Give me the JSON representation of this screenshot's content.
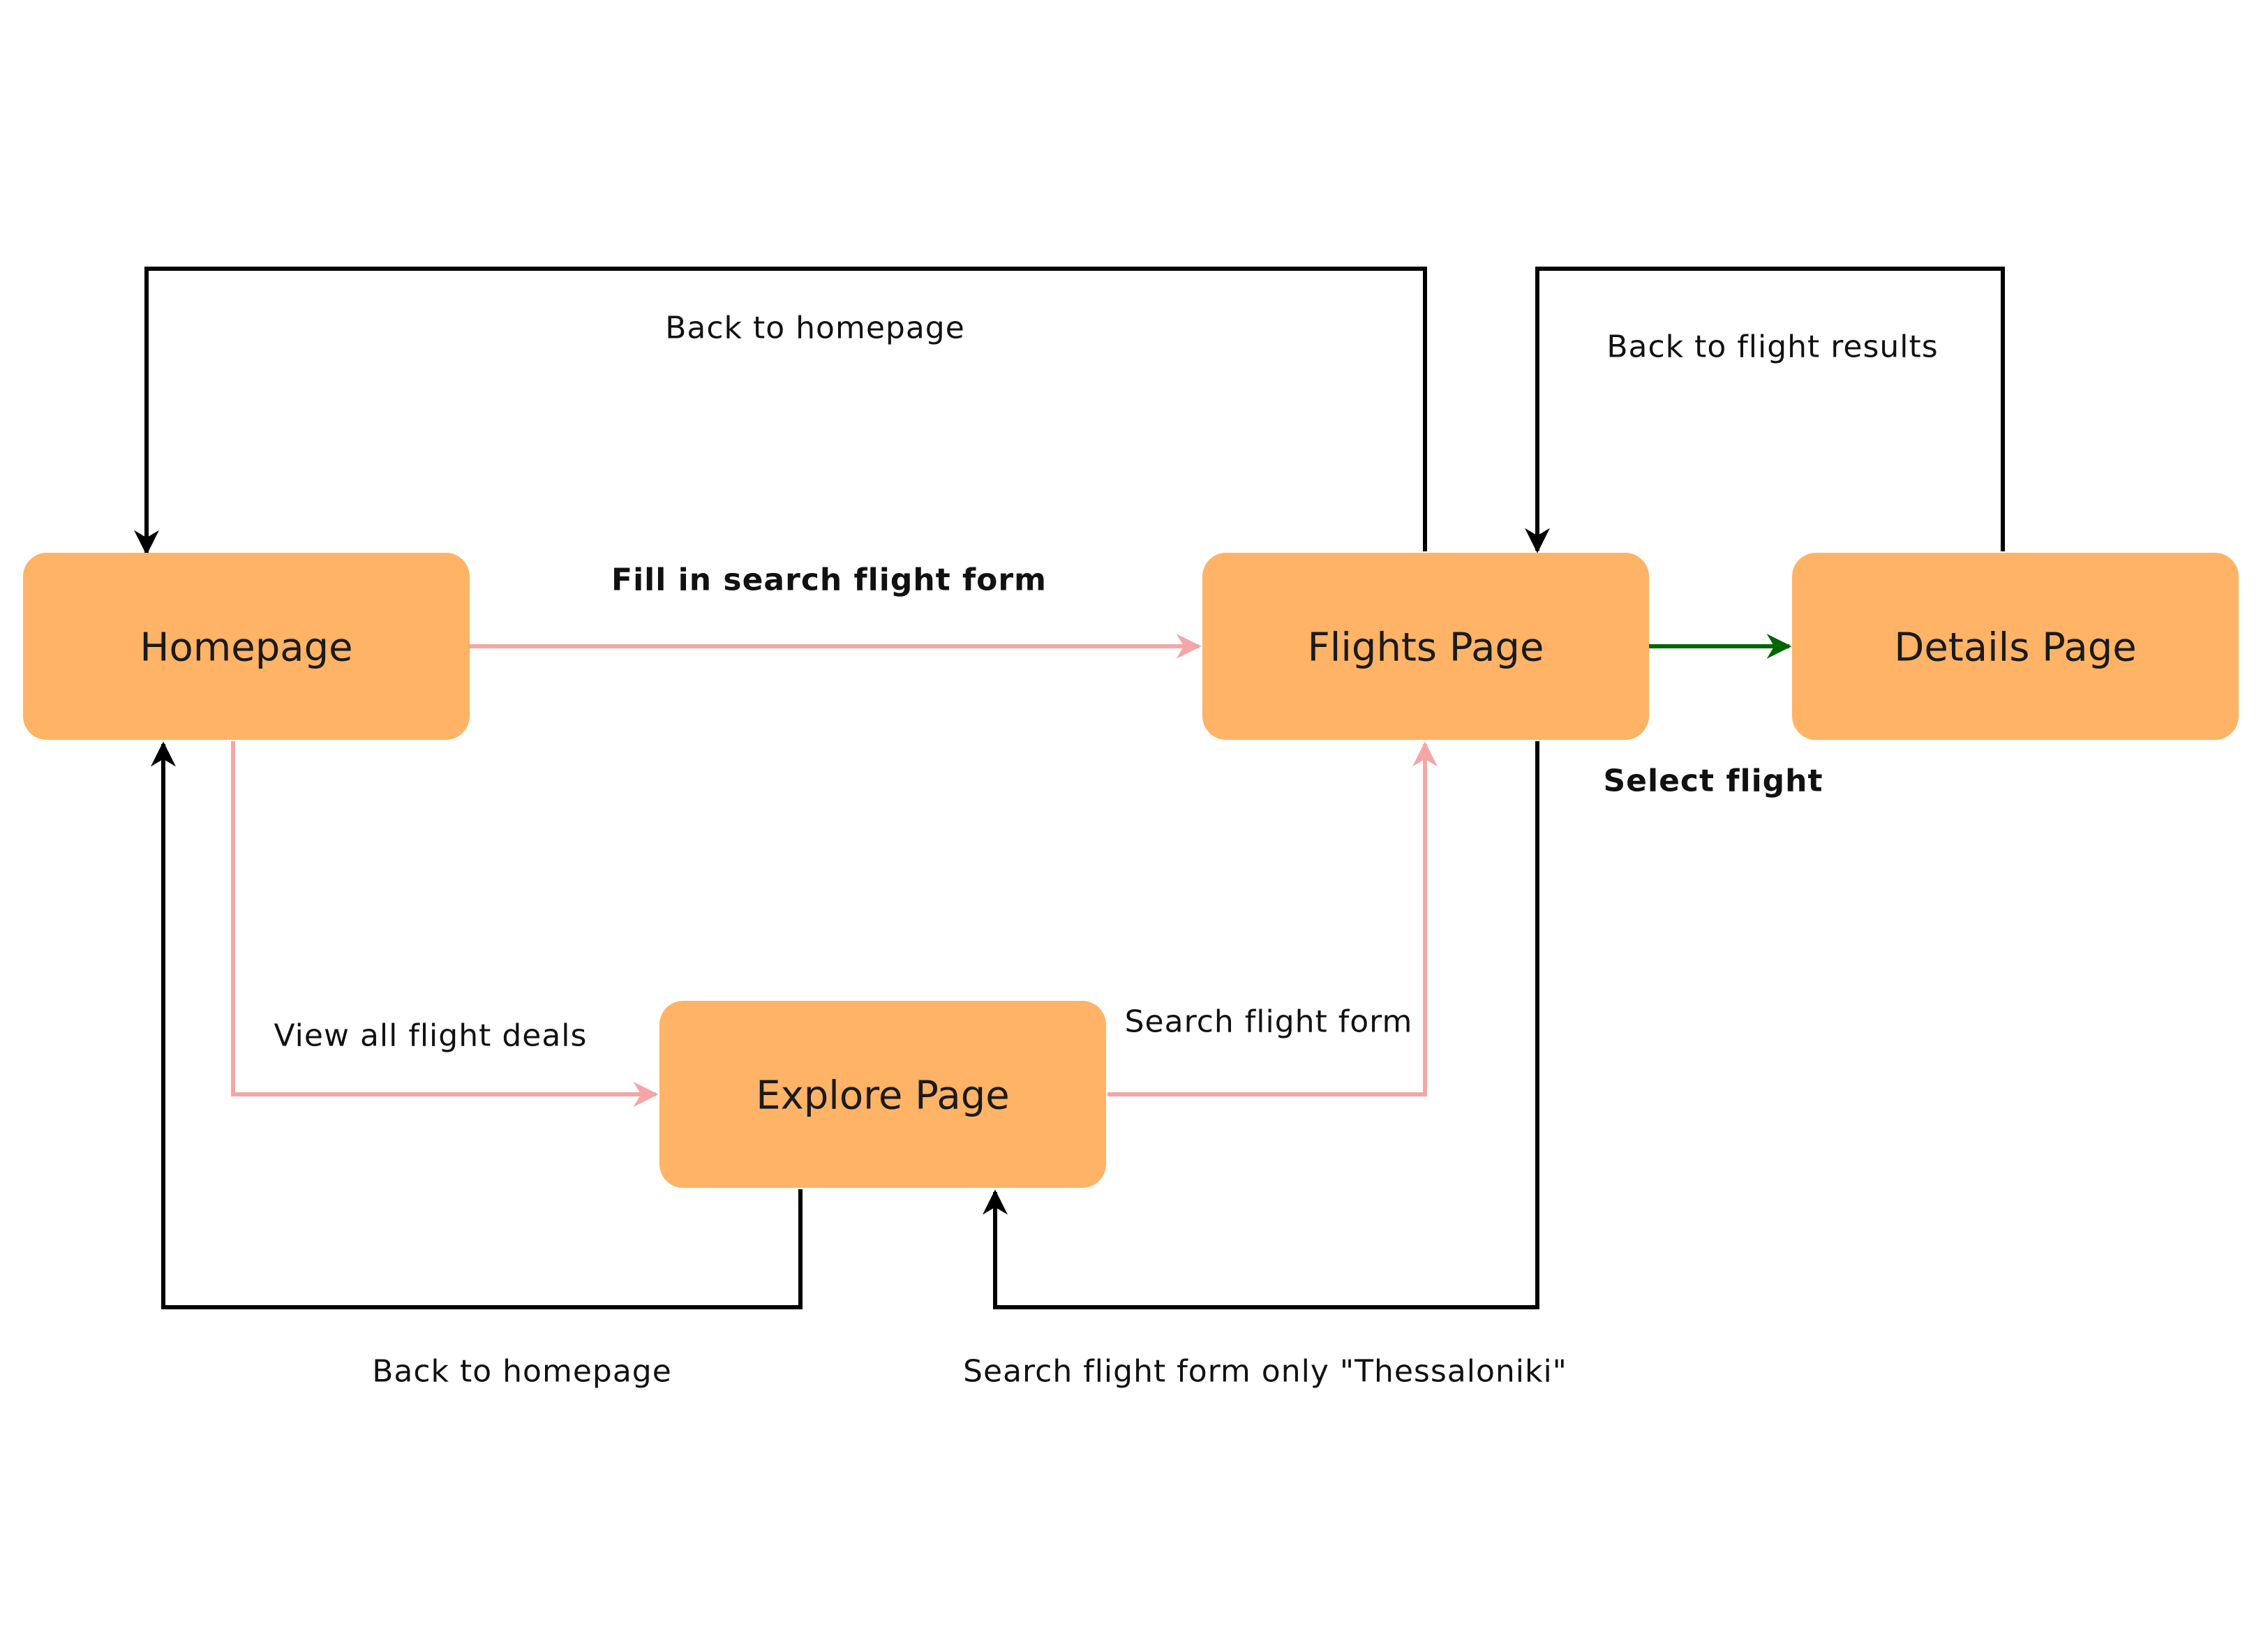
{
  "colors": {
    "node_fill": "#FFB366",
    "edge_black": "#000000",
    "edge_pink": "#F4A6A6",
    "edge_green": "#006600"
  },
  "nodes": {
    "homepage": "Homepage",
    "flights": "Flights Page",
    "details": "Details Page",
    "explore": "Explore Page"
  },
  "edges": {
    "flights_to_home": "Back to homepage",
    "details_to_flights": "Back to flight results",
    "home_to_flights": "Fill in search flight form",
    "flights_to_details": "Select flight",
    "home_to_explore": "View all flight deals",
    "explore_to_flights": "Search flight form",
    "explore_to_home": "Back to homepage",
    "flights_to_explore": "Search flight form only \"Thessaloniki\""
  }
}
